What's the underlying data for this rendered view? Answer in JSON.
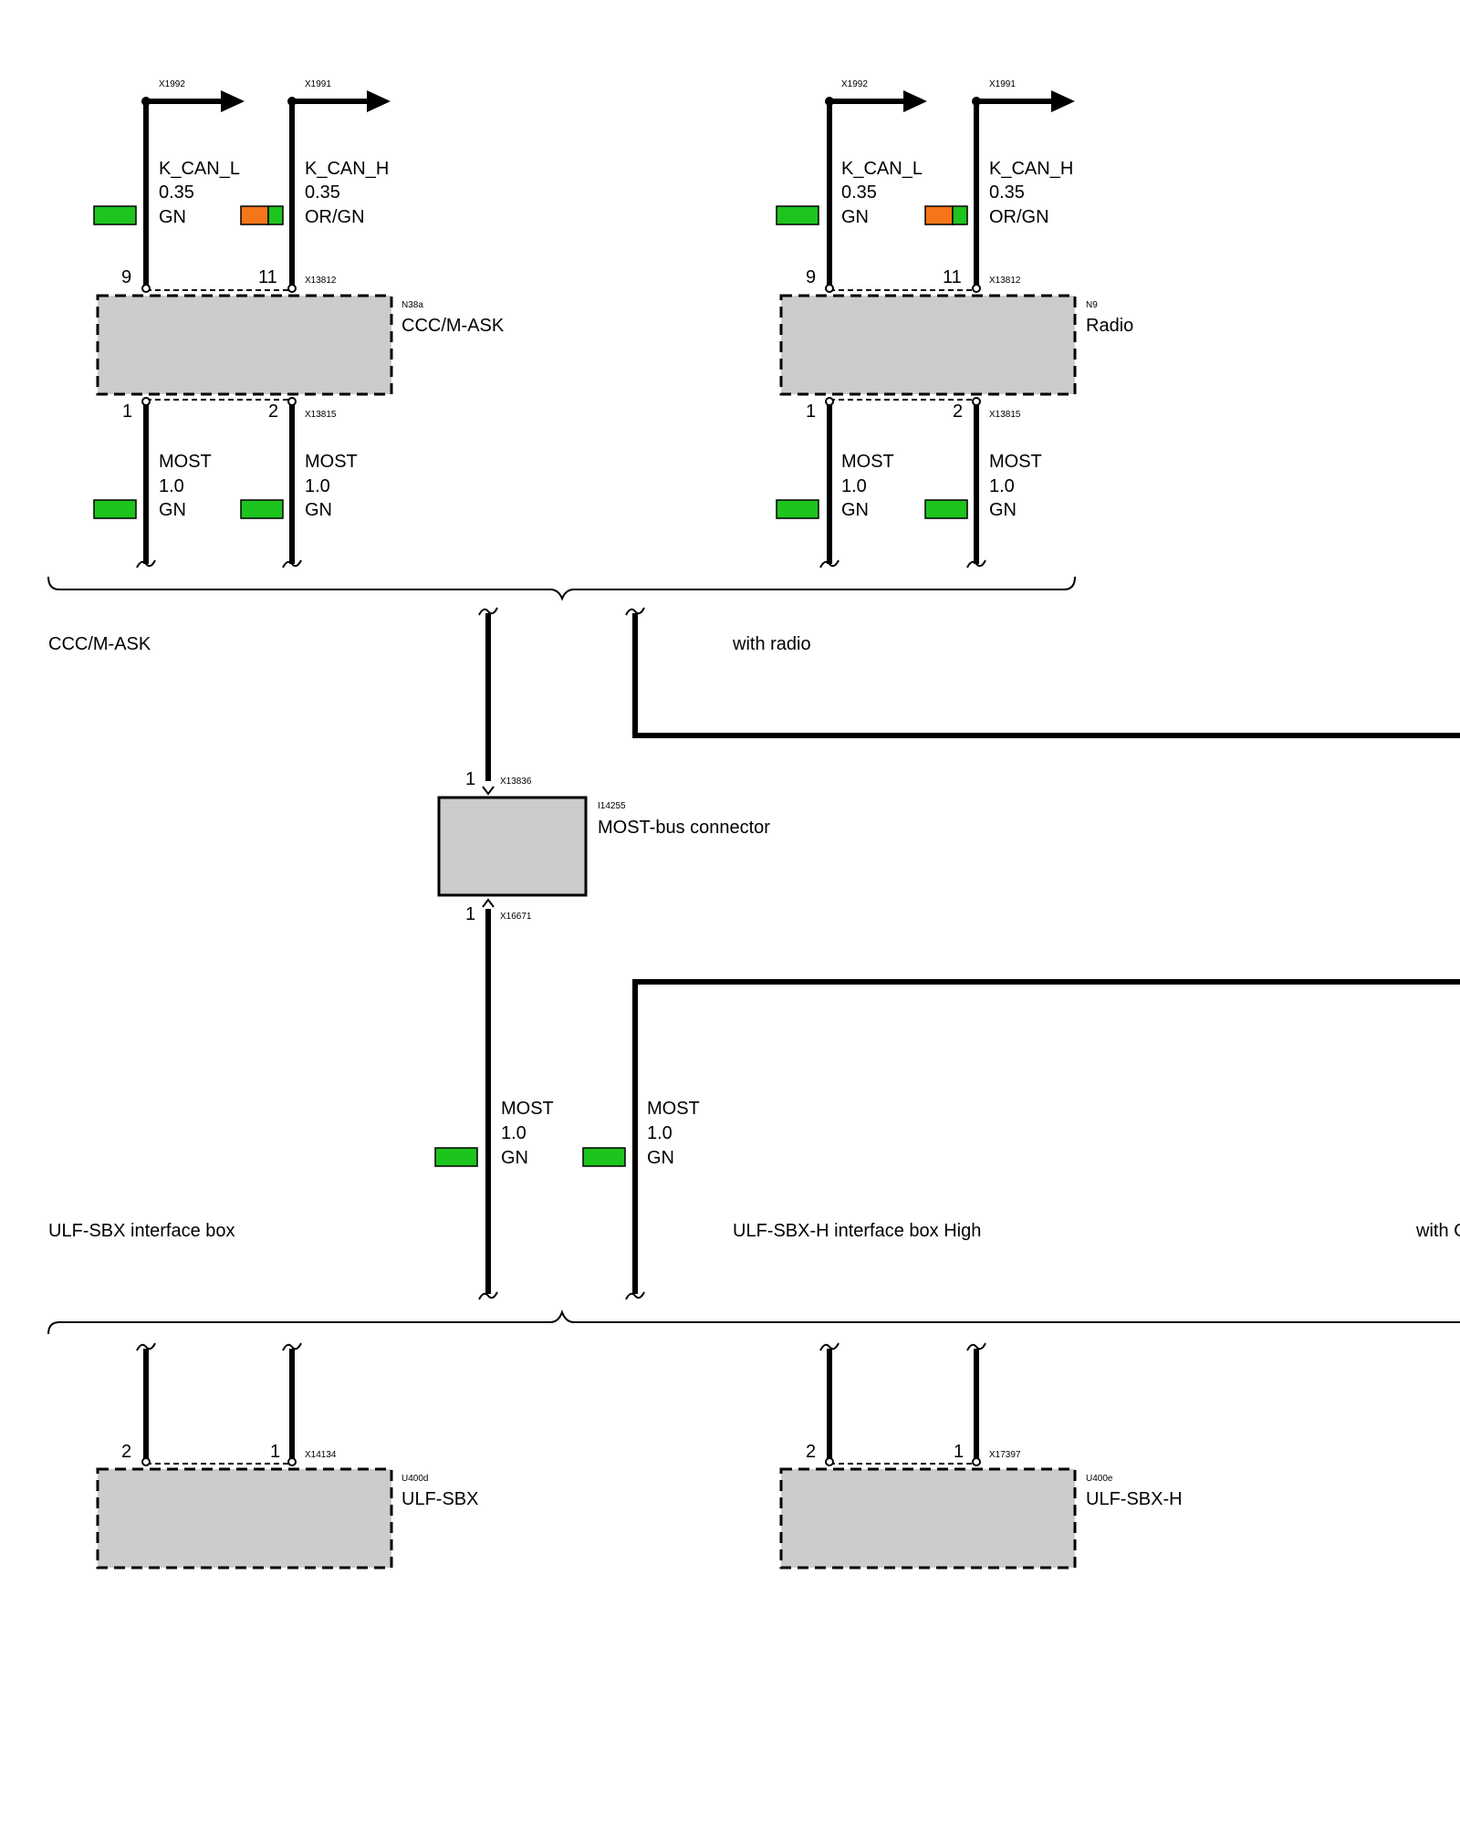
{
  "colors": {
    "gn": "#1ec41e",
    "or": "#f57619",
    "box": "#cccccc",
    "ink": "#000000"
  },
  "modules": {
    "ccc": {
      "id": "N38a",
      "name": "CCC/M-ASK",
      "top_connector": "X13812",
      "bottom_connector": "X13815"
    },
    "radio": {
      "id": "N9",
      "name": "Radio",
      "top_connector": "X13812",
      "bottom_connector": "X13815"
    },
    "most_bus": {
      "id": "I14255",
      "name": "MOST-bus connector",
      "top_connector": "X13836",
      "bottom_connector": "X16671"
    },
    "ulf_sbx": {
      "id": "U400d",
      "name": "ULF-SBX",
      "connector": "X14134"
    },
    "ulf_sbx_h": {
      "id": "U400e",
      "name": "ULF-SBX-H",
      "connector": "X17397"
    }
  },
  "top_outputs": {
    "x1992": "X1992",
    "x1991": "X1991"
  },
  "wires": {
    "can_l": {
      "name": "K_CAN_L",
      "size": "0.35",
      "color": "GN",
      "pin": "9"
    },
    "can_h": {
      "name": "K_CAN_H",
      "size": "0.35",
      "color": "OR/GN",
      "pin": "11"
    },
    "most": {
      "name": "MOST",
      "size": "1.0",
      "color": "GN"
    }
  },
  "pins": {
    "p1": "1",
    "p2": "2"
  },
  "variants": {
    "ccc": "CCC/M-ASK",
    "radio": "with radio",
    "ulf_sbx": "ULF-SBX interface box",
    "ulf_sbx_h": "ULF-SBX-H interface box High",
    "truncated": "with C"
  }
}
